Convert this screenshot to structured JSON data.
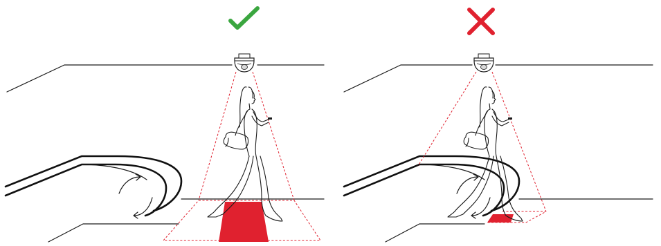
{
  "colors": {
    "correct": "#3aa63f",
    "incorrect": "#e0212f",
    "detection_zone": "#e0212f",
    "line": "#1a1a1a"
  },
  "panels": [
    {
      "id": "correct",
      "verdict_icon": "check-icon",
      "zone_coverage": "full-floor"
    },
    {
      "id": "incorrect",
      "verdict_icon": "cross-icon",
      "zone_coverage": "partial-escalator"
    }
  ]
}
